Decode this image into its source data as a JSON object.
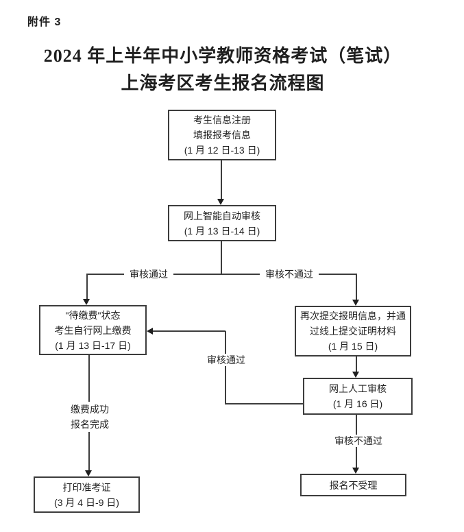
{
  "page": {
    "attachment_label": "附件 3",
    "title_line1": "2024 年上半年中小学教师资格考试（笔试）",
    "title_line2": "上海考区考生报名流程图"
  },
  "colors": {
    "ink": "#1f1f1f",
    "line": "#3c3c3c",
    "background": "#ffffff"
  },
  "flowchart": {
    "nodes": {
      "register": {
        "lines": [
          "考生信息注册",
          "填报报考信息",
          "(1 月 12 日-13 日)"
        ]
      },
      "auto_review": {
        "lines": [
          "网上智能自动审核",
          "(1 月 13 日-14 日)"
        ]
      },
      "payment": {
        "lines": [
          "\"待缴费\"状态",
          "考生自行网上缴费",
          "(1 月 13 日-17 日)"
        ]
      },
      "resubmit": {
        "lines": [
          "再次提交报明信息，并通",
          "过线上提交证明材料",
          "(1 月 15 日)"
        ]
      },
      "manual_review": {
        "lines": [
          "网上人工审核",
          "(1 月 16 日)"
        ]
      },
      "reject": {
        "lines": [
          "报名不受理"
        ]
      },
      "print_ticket": {
        "lines": [
          "打印准考证",
          "(3 月 4 日-9 日)"
        ]
      }
    },
    "edge_labels": {
      "auto_pass": "审核通过",
      "auto_fail": "审核不通过",
      "manual_pass": "审核通过",
      "manual_fail": "审核不通过",
      "payment_success_line1": "缴费成功",
      "payment_success_line2": "报名完成"
    }
  }
}
